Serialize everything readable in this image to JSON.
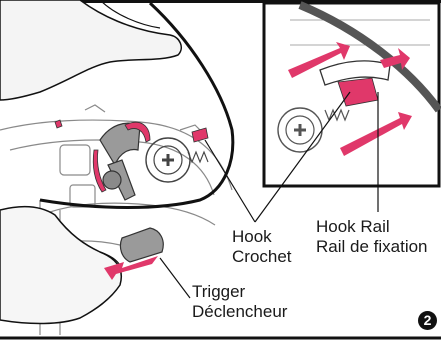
{
  "labels": {
    "hook": {
      "en": "Hook",
      "fr": "Crochet"
    },
    "hook_rail": {
      "en": "Hook Rail",
      "fr": "Rail de fixation"
    },
    "trigger": {
      "en": "Trigger",
      "fr": "Déclencheur"
    }
  },
  "step_number": "2",
  "colors": {
    "accent": "#e0386a",
    "line": "#111111",
    "part_gray": "#8a8a8a",
    "skin": "#f4f4f4"
  },
  "icons": [
    "hand-icon",
    "arrow-icon",
    "screw-icon",
    "spring-icon"
  ]
}
